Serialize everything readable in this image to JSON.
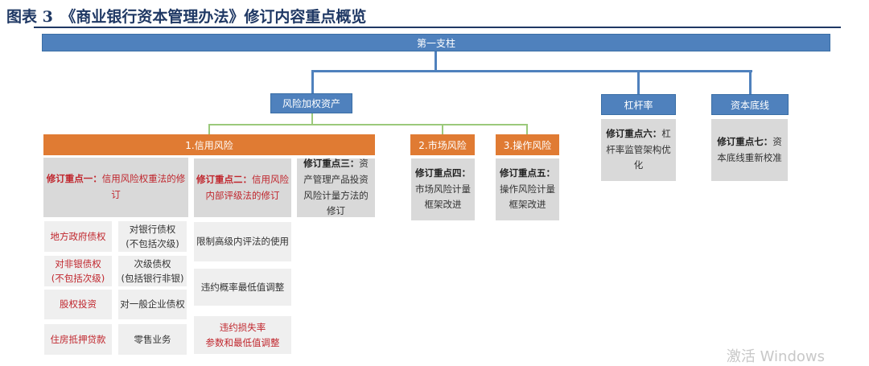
{
  "title": "图表 3　《商业银行资本管理办法》修订内容重点概览",
  "pillar": "第一支柱",
  "rwa": "风险加权资产",
  "leverage": "杠杆率",
  "floor": "资本底线",
  "credit": "1.信用风险",
  "market": "2.市场风险",
  "operational": "3.操作风险",
  "points": [
    {
      "head": "修订重点一：",
      "body": "信用风险权重法的修订"
    },
    {
      "head": "修订重点二：",
      "body": "信用风险内部评级法的修订"
    },
    {
      "head": "修订重点三：",
      "body": "资产管理产品投资风险计量方法的修订"
    },
    {
      "head": "修订重点四：",
      "body": "市场风险计量框架改进"
    },
    {
      "head": "修订重点五：",
      "body": "操作风险计量框架改进"
    },
    {
      "head": "修订重点六：",
      "body": "杠杆率监管架构优化"
    },
    {
      "head": "修订重点七：",
      "body": "资本底线重新校准"
    }
  ],
  "weight_items": [
    "地方政府债权",
    "对银行债权\n(不包括次级)",
    "对非银债权\n(不包括次级)",
    "次级债权\n(包括银行非银)",
    "股权投资",
    "对一般企业债权",
    "住房抵押贷款",
    "零售业务"
  ],
  "irb_items": [
    "限制高级内评法的使用",
    "违约概率最低值调整",
    "违约损失率\n参数和最低值调整"
  ],
  "watermark": "激活 Windows"
}
